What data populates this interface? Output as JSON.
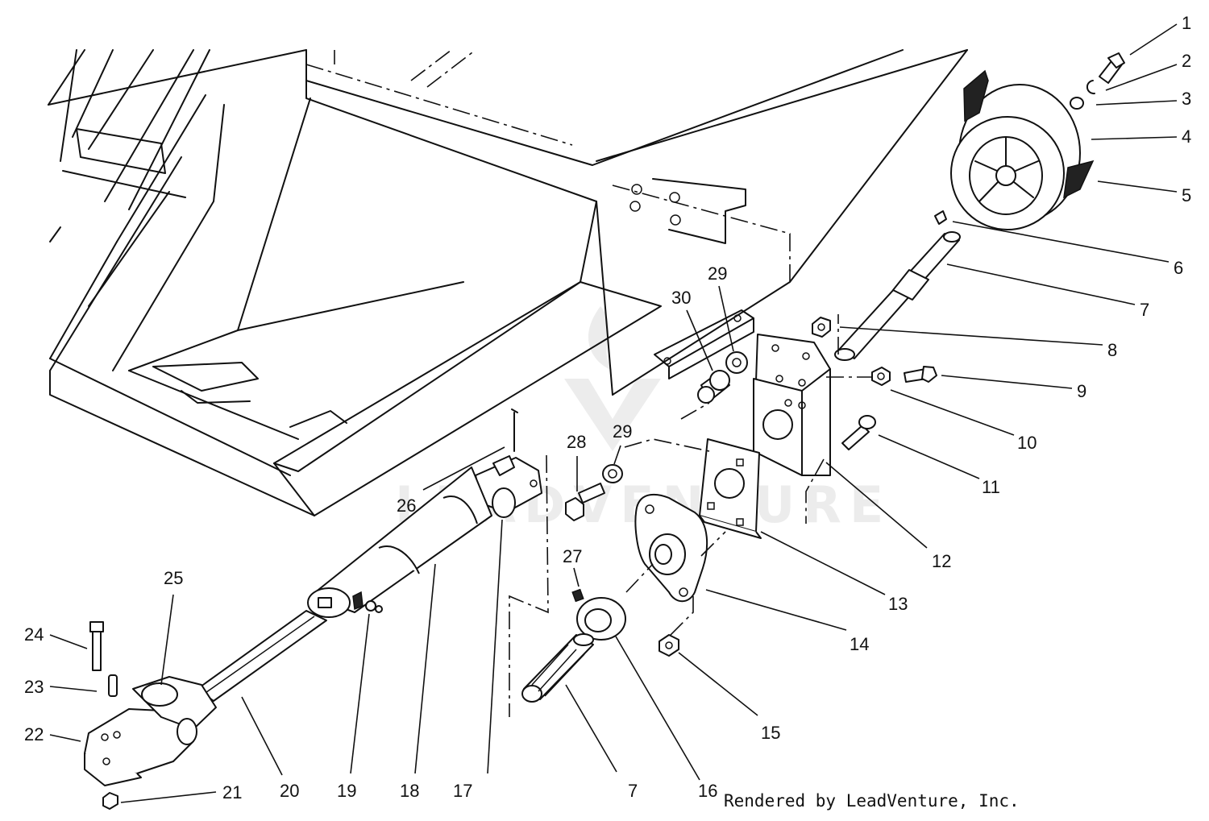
{
  "credit": "Rendered by LeadVenture, Inc.",
  "watermark": "LEADVENTURE",
  "callouts": [
    {
      "id": "c1",
      "label": "1"
    },
    {
      "id": "c2",
      "label": "2"
    },
    {
      "id": "c3",
      "label": "3"
    },
    {
      "id": "c4",
      "label": "4"
    },
    {
      "id": "c5",
      "label": "5"
    },
    {
      "id": "c6",
      "label": "6"
    },
    {
      "id": "c7a",
      "label": "7"
    },
    {
      "id": "c8",
      "label": "8"
    },
    {
      "id": "c9",
      "label": "9"
    },
    {
      "id": "c10",
      "label": "10"
    },
    {
      "id": "c11",
      "label": "11"
    },
    {
      "id": "c12",
      "label": "12"
    },
    {
      "id": "c13",
      "label": "13"
    },
    {
      "id": "c14",
      "label": "14"
    },
    {
      "id": "c15",
      "label": "15"
    },
    {
      "id": "c16",
      "label": "16"
    },
    {
      "id": "c7b",
      "label": "7"
    },
    {
      "id": "c17",
      "label": "17"
    },
    {
      "id": "c18",
      "label": "18"
    },
    {
      "id": "c19",
      "label": "19"
    },
    {
      "id": "c20",
      "label": "20"
    },
    {
      "id": "c21",
      "label": "21"
    },
    {
      "id": "c22",
      "label": "22"
    },
    {
      "id": "c23",
      "label": "23"
    },
    {
      "id": "c24",
      "label": "24"
    },
    {
      "id": "c25",
      "label": "25"
    },
    {
      "id": "c26",
      "label": "26"
    },
    {
      "id": "c27",
      "label": "27"
    },
    {
      "id": "c28",
      "label": "28"
    },
    {
      "id": "c29a",
      "label": "29"
    },
    {
      "id": "c29b",
      "label": "29"
    },
    {
      "id": "c30",
      "label": "30"
    }
  ]
}
